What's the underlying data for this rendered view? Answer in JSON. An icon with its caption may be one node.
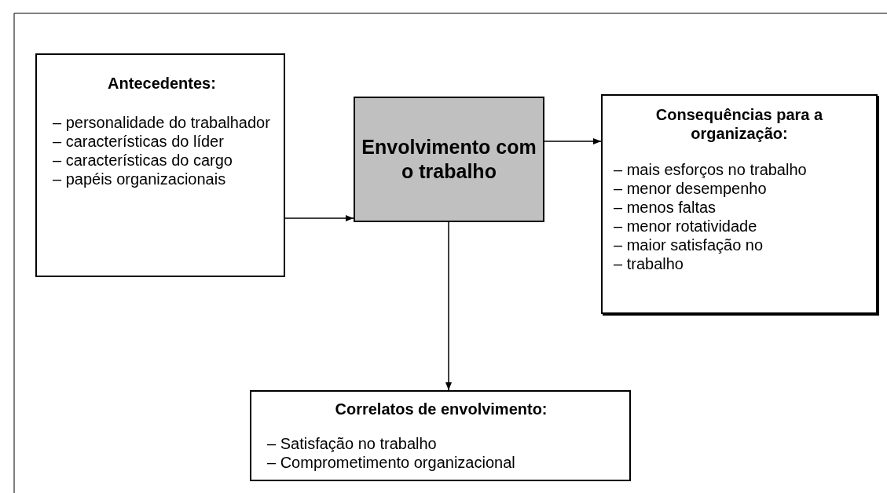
{
  "diagram": {
    "nodes": [
      {
        "text": [
          "Antecedentes:",
          "– personalidade do trabalhador",
          "– características do líder",
          "– características do cargo",
          "– papéis organizacionais"
        ]
      },
      {
        "text": [
          "Envolvimento com o trabalho"
        ]
      },
      {
        "text": [
          "Consequências para a organização:",
          "– mais esforços no trabalho",
          "– menor desempenho",
          "– menos faltas",
          "– menor rotatividade",
          "– maior satisfação no",
          "– trabalho"
        ]
      },
      {
        "text": [
          "Correlatos de envolvimento:",
          "– Satisfação no trabalho",
          "– Comprometimento organizacional"
        ]
      }
    ],
    "edges": [
      {
        "from": 0,
        "to": 1,
        "arrow": "to"
      },
      {
        "from": 1,
        "to": 2,
        "arrow": "to"
      },
      {
        "from": 1,
        "to": 3,
        "arrow": "to"
      }
    ]
  }
}
